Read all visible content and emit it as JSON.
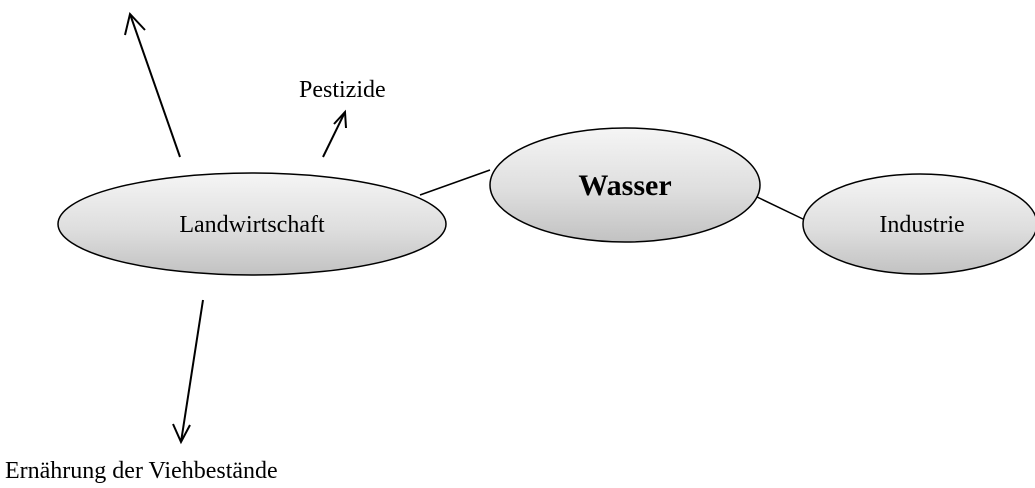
{
  "diagram": {
    "nodes": {
      "landwirtschaft": {
        "label": "Landwirtschaft"
      },
      "wasser": {
        "label": "Wasser"
      },
      "industrie": {
        "label": "Industrie"
      }
    },
    "labels": {
      "pestizide": "Pestizide",
      "ernaehrung": "Ernährung der Viehbestände"
    },
    "colors": {
      "ellipse_fill_light": "#f4f4f4",
      "ellipse_fill_dark": "#c4c4c4",
      "stroke": "#000000"
    }
  }
}
